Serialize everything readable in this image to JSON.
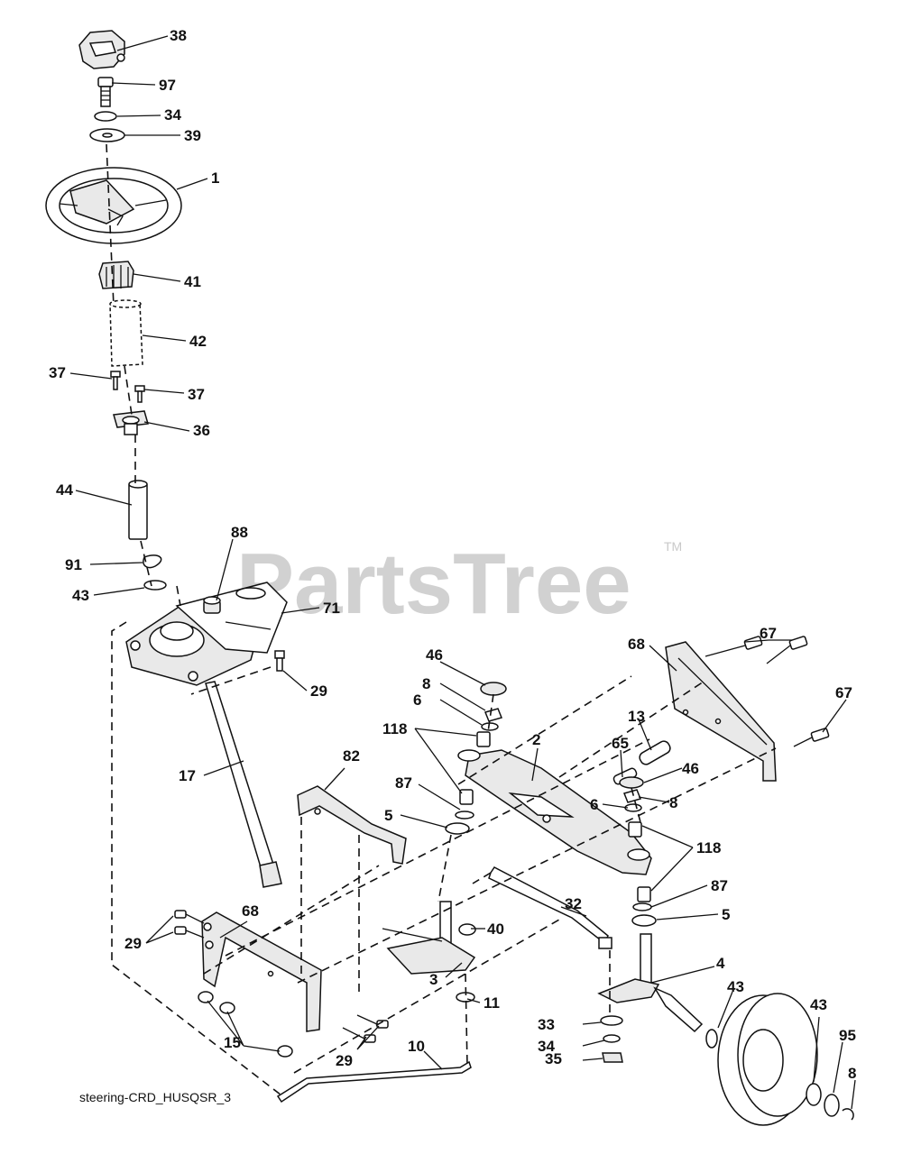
{
  "watermark": {
    "text": "PartsTree",
    "trademark": "TM"
  },
  "diagram_code": "steering-CRD_HUSQSR_3",
  "callouts": {
    "c38": "38",
    "c97": "97",
    "c34a": "34",
    "c39": "39",
    "c1": "1",
    "c41": "41",
    "c42": "42",
    "c37a": "37",
    "c37b": "37",
    "c36": "36",
    "c44": "44",
    "c88": "88",
    "c91": "91",
    "c43a": "43",
    "c71": "71",
    "c29a": "29",
    "c17": "17",
    "c82": "82",
    "c46a": "46",
    "c8a": "8",
    "c6a": "6",
    "c118a": "118",
    "c87a": "87",
    "c5a": "5",
    "c2": "2",
    "c68a": "68",
    "c67a": "67",
    "c67b": "67",
    "c13": "13",
    "c65": "65",
    "c46b": "46",
    "c6b": "6",
    "c8b": "8",
    "c118b": "118",
    "c87b": "87",
    "c5b": "5",
    "c40": "40",
    "c32": "32",
    "c3": "3",
    "c11": "11",
    "c4": "4",
    "c43b": "43",
    "c33": "33",
    "c34b": "34",
    "c35": "35",
    "c29b": "29",
    "c68b": "68",
    "c15": "15",
    "c29c": "29",
    "c10": "10",
    "c43c": "43",
    "c95": "95",
    "c8c": "8"
  }
}
